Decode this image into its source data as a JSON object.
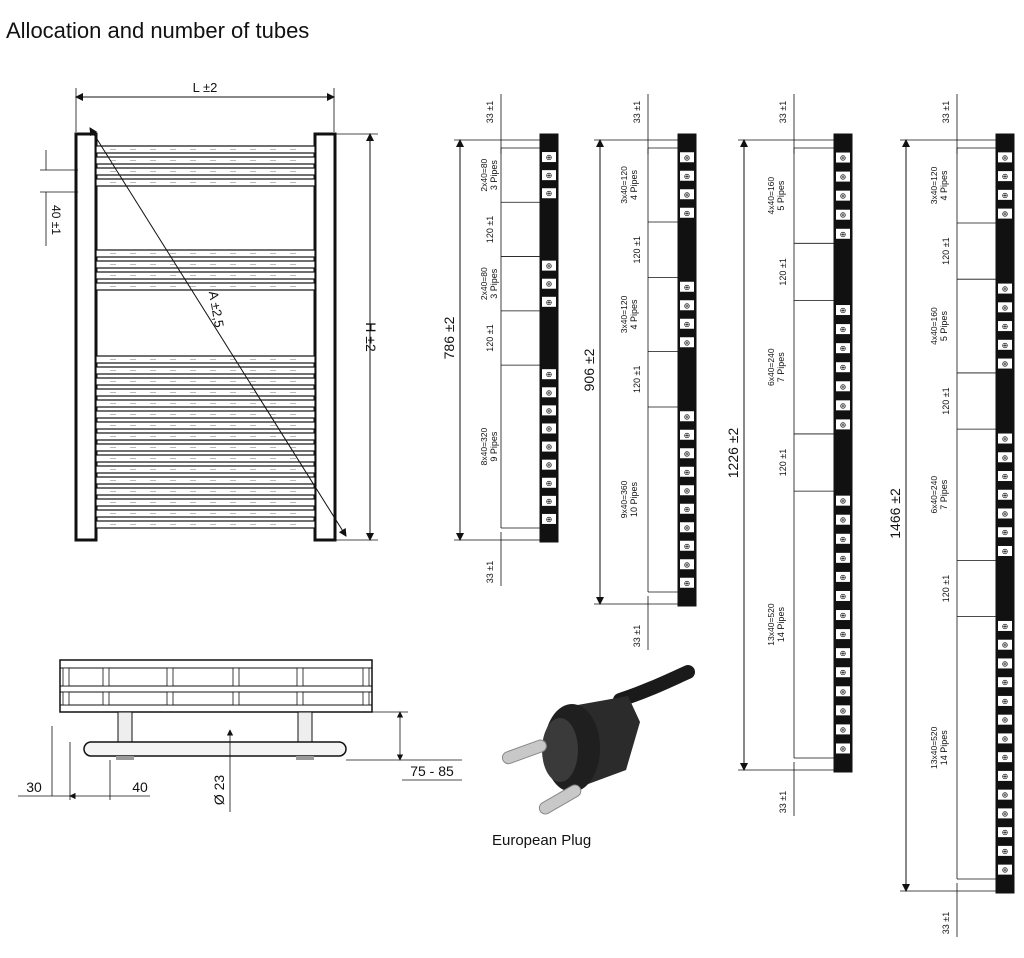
{
  "title": "Allocation and number of tubes",
  "plug_caption": "European Plug",
  "front_view": {
    "width_label": "L ±2",
    "height_label": "H ±2",
    "diagonal_label": "A ±2,5",
    "spacing_label": "40 ±1"
  },
  "side_view": {
    "offset_label": "30",
    "pitch_label": "40",
    "diameter_label": "Ø 23",
    "depth_label": "75 - 85"
  },
  "top_gap_label": "33 ±1",
  "bottom_gap_label": "33 ±1",
  "columns": [
    {
      "height_label": "786 ±2",
      "groups": [
        {
          "calc": "2x40=80",
          "pipes": "3 Pipes",
          "count": 3
        },
        {
          "calc": "2x40=80",
          "pipes": "3 Pipes",
          "count": 3
        },
        {
          "calc": "8x40=320",
          "pipes": "9 Pipes",
          "count": 9
        }
      ],
      "gaps": [
        "120 ±1",
        "120 ±1"
      ]
    },
    {
      "height_label": "906 ±2",
      "groups": [
        {
          "calc": "3x40=120",
          "pipes": "4 Pipes",
          "count": 4
        },
        {
          "calc": "3x40=120",
          "pipes": "4 Pipes",
          "count": 4
        },
        {
          "calc": "9x40=360",
          "pipes": "10 Pipes",
          "count": 10
        }
      ],
      "gaps": [
        "120 ±1",
        "120 ±1"
      ]
    },
    {
      "height_label": "1226 ±2",
      "groups": [
        {
          "calc": "4x40=160",
          "pipes": "5 Pipes",
          "count": 5
        },
        {
          "calc": "6x40=240",
          "pipes": "7 Pipes",
          "count": 7
        },
        {
          "calc": "13x40=520",
          "pipes": "14 Pipes",
          "count": 14
        }
      ],
      "gaps": [
        "120 ±1",
        "120 ±1"
      ]
    },
    {
      "height_label": "1466 ±2",
      "groups": [
        {
          "calc": "3x40=120",
          "pipes": "4 Pipes",
          "count": 4
        },
        {
          "calc": "4x40=160",
          "pipes": "5 Pipes",
          "count": 5
        },
        {
          "calc": "6x40=240",
          "pipes": "7 Pipes",
          "count": 7
        },
        {
          "calc": "13x40=520",
          "pipes": "14 Pipes",
          "count": 14
        }
      ],
      "gaps": [
        "120 ±1",
        "120 ±1",
        "120 ±1"
      ]
    }
  ]
}
